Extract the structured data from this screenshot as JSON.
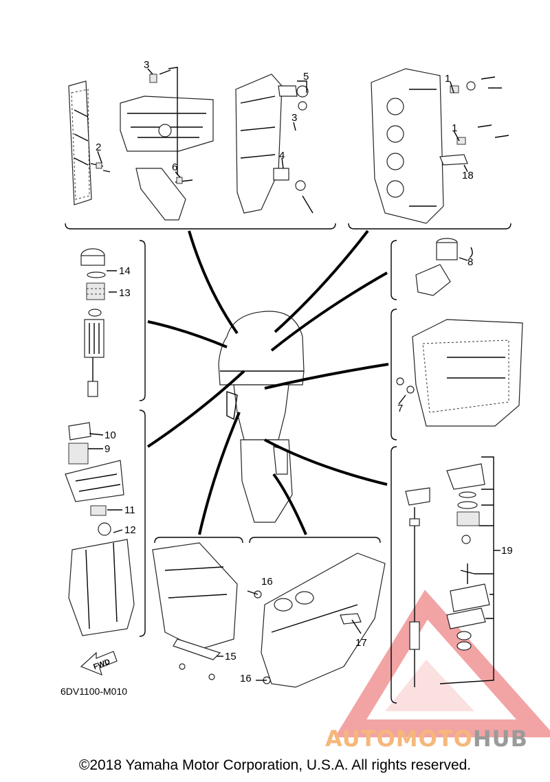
{
  "diagram": {
    "part_numbers": [
      "1",
      "1",
      "2",
      "3",
      "3",
      "4",
      "5",
      "6",
      "7",
      "8",
      "9",
      "10",
      "11",
      "12",
      "13",
      "14",
      "15",
      "16",
      "16",
      "17",
      "18",
      "19"
    ],
    "fwd_label": "FWD",
    "drawing_code": "6DV1100-M010"
  },
  "watermark": {
    "part1": "AUTOMOTO",
    "part2": "HUB",
    "colors": {
      "part1": "#f5b77a",
      "part2": "#9a9a9a",
      "triangle": "#e85a5a"
    }
  },
  "footer": {
    "copyright": "©2018 Yamaha Motor Corporation, U.S.A. All rights reserved."
  }
}
